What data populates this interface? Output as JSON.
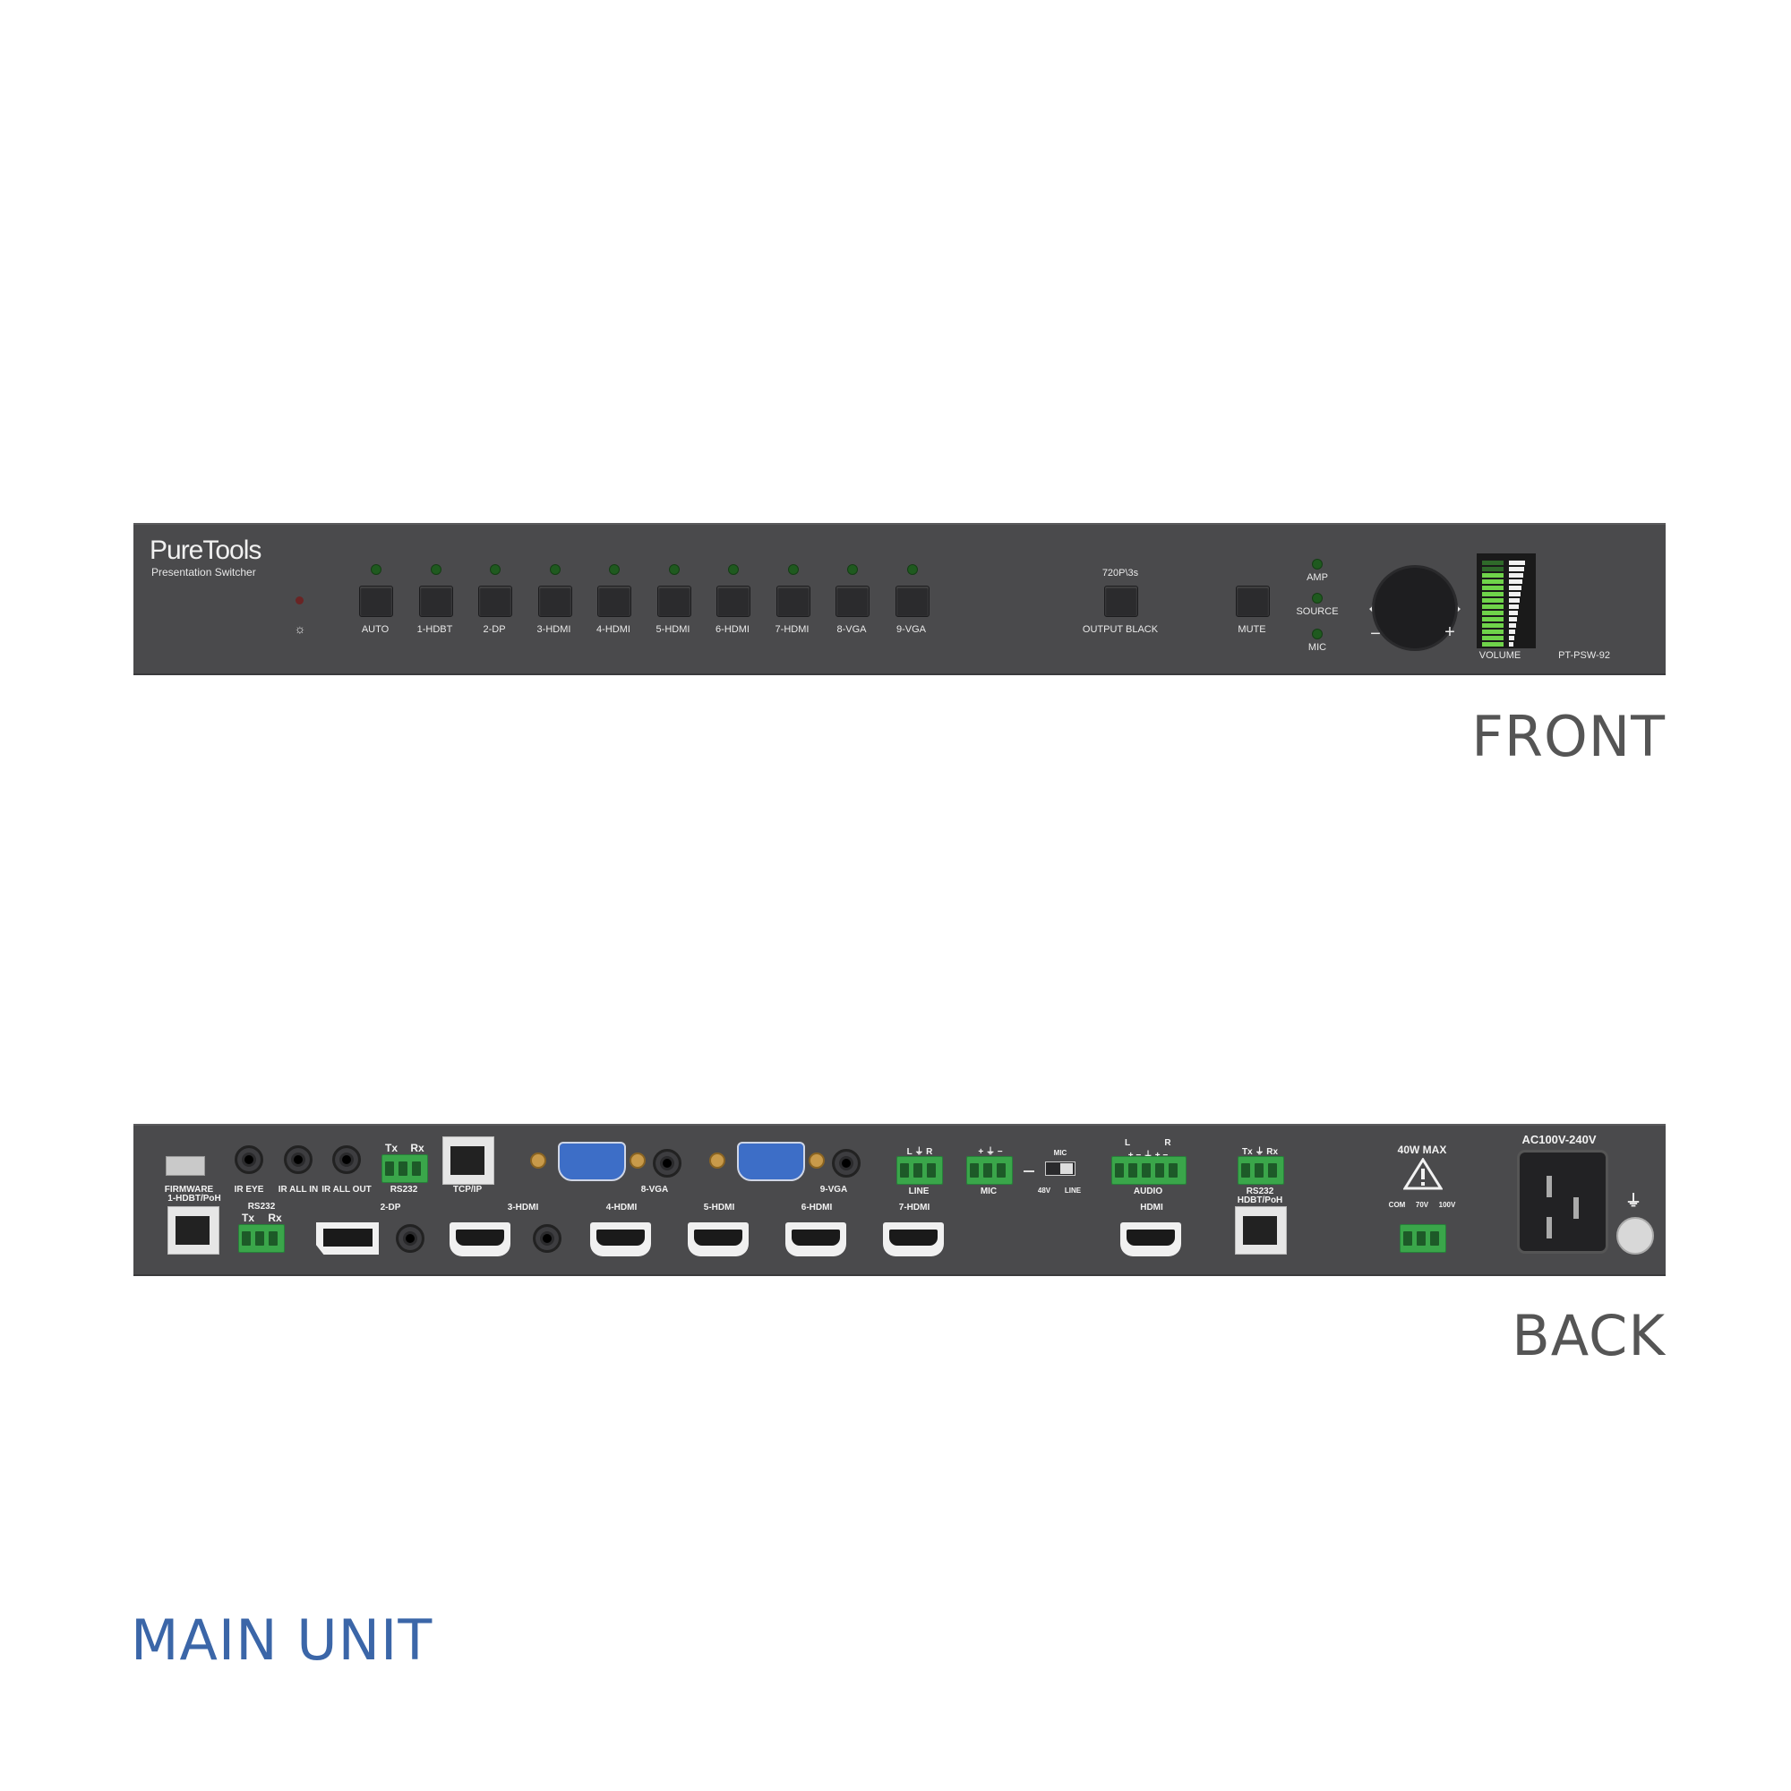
{
  "brand": {
    "name": "PureTools",
    "subtitle": "Presentation Switcher"
  },
  "model": "PT-PSW-92",
  "front": {
    "source_buttons": [
      "AUTO",
      "1-HDBT",
      "2-DP",
      "3-HDMI",
      "4-HDMI",
      "5-HDMI",
      "6-HDMI",
      "7-HDMI",
      "8-VGA",
      "9-VGA"
    ],
    "output_black": {
      "top_label": "720P\\3s",
      "label": "OUTPUT BLACK"
    },
    "mute_label": "MUTE",
    "indicators": [
      "AMP",
      "SOURCE",
      "MIC"
    ],
    "volume": {
      "minus": "−",
      "plus": "+",
      "label": "VOLUME"
    },
    "ir_icon": "☼"
  },
  "back": {
    "firmware": "FIRMWARE",
    "hdbt_in": "1-HDBT/PoH",
    "ir": [
      "IR EYE",
      "IR ALL IN",
      "IR ALL OUT"
    ],
    "rs232_top": {
      "tx": "Tx",
      "rx": "Rx",
      "label": "RS232"
    },
    "rs232_bottom": {
      "label": "RS232",
      "tx": "Tx",
      "rx": "Rx"
    },
    "tcpip": "TCP/IP",
    "inputs": {
      "dp": "2-DP",
      "hdmi3": "3-HDMI",
      "hdmi4": "4-HDMI",
      "hdmi5": "5-HDMI",
      "hdmi6": "6-HDMI",
      "hdmi7": "7-HDMI",
      "vga8": "8-VGA",
      "vga9": "9-VGA"
    },
    "line": {
      "top": "L  ⏚  R",
      "label": "LINE"
    },
    "mic": {
      "top": "+  ⏚  −",
      "label": "MIC",
      "switch_top": "MIC",
      "switch_left": "48V",
      "switch_right": "LINE"
    },
    "audio": {
      "top_l": "L",
      "top_r": "R",
      "signs": "+ −  ⏚  + −",
      "label": "AUDIO"
    },
    "hdmi_out": "HDMI",
    "rs232_out": {
      "top": "Tx ⏚ Rx",
      "label1": "RS232",
      "label2": "HDBT/PoH"
    },
    "speaker": {
      "max": "40W MAX",
      "labels": [
        "COM",
        "70V",
        "100V"
      ]
    },
    "power": "AC100V-240V",
    "ground_icon": "⏚"
  },
  "captions": {
    "front": "FRONT",
    "back": "BACK",
    "unit": "MAIN UNIT"
  },
  "colors": {
    "panel": "#4a4a4c",
    "unit_caption": "#3b66a8",
    "caption": "#555555",
    "led_green": "#1f5a1f",
    "terminal": "#3aa64a",
    "vga": "#3d6ec7"
  }
}
